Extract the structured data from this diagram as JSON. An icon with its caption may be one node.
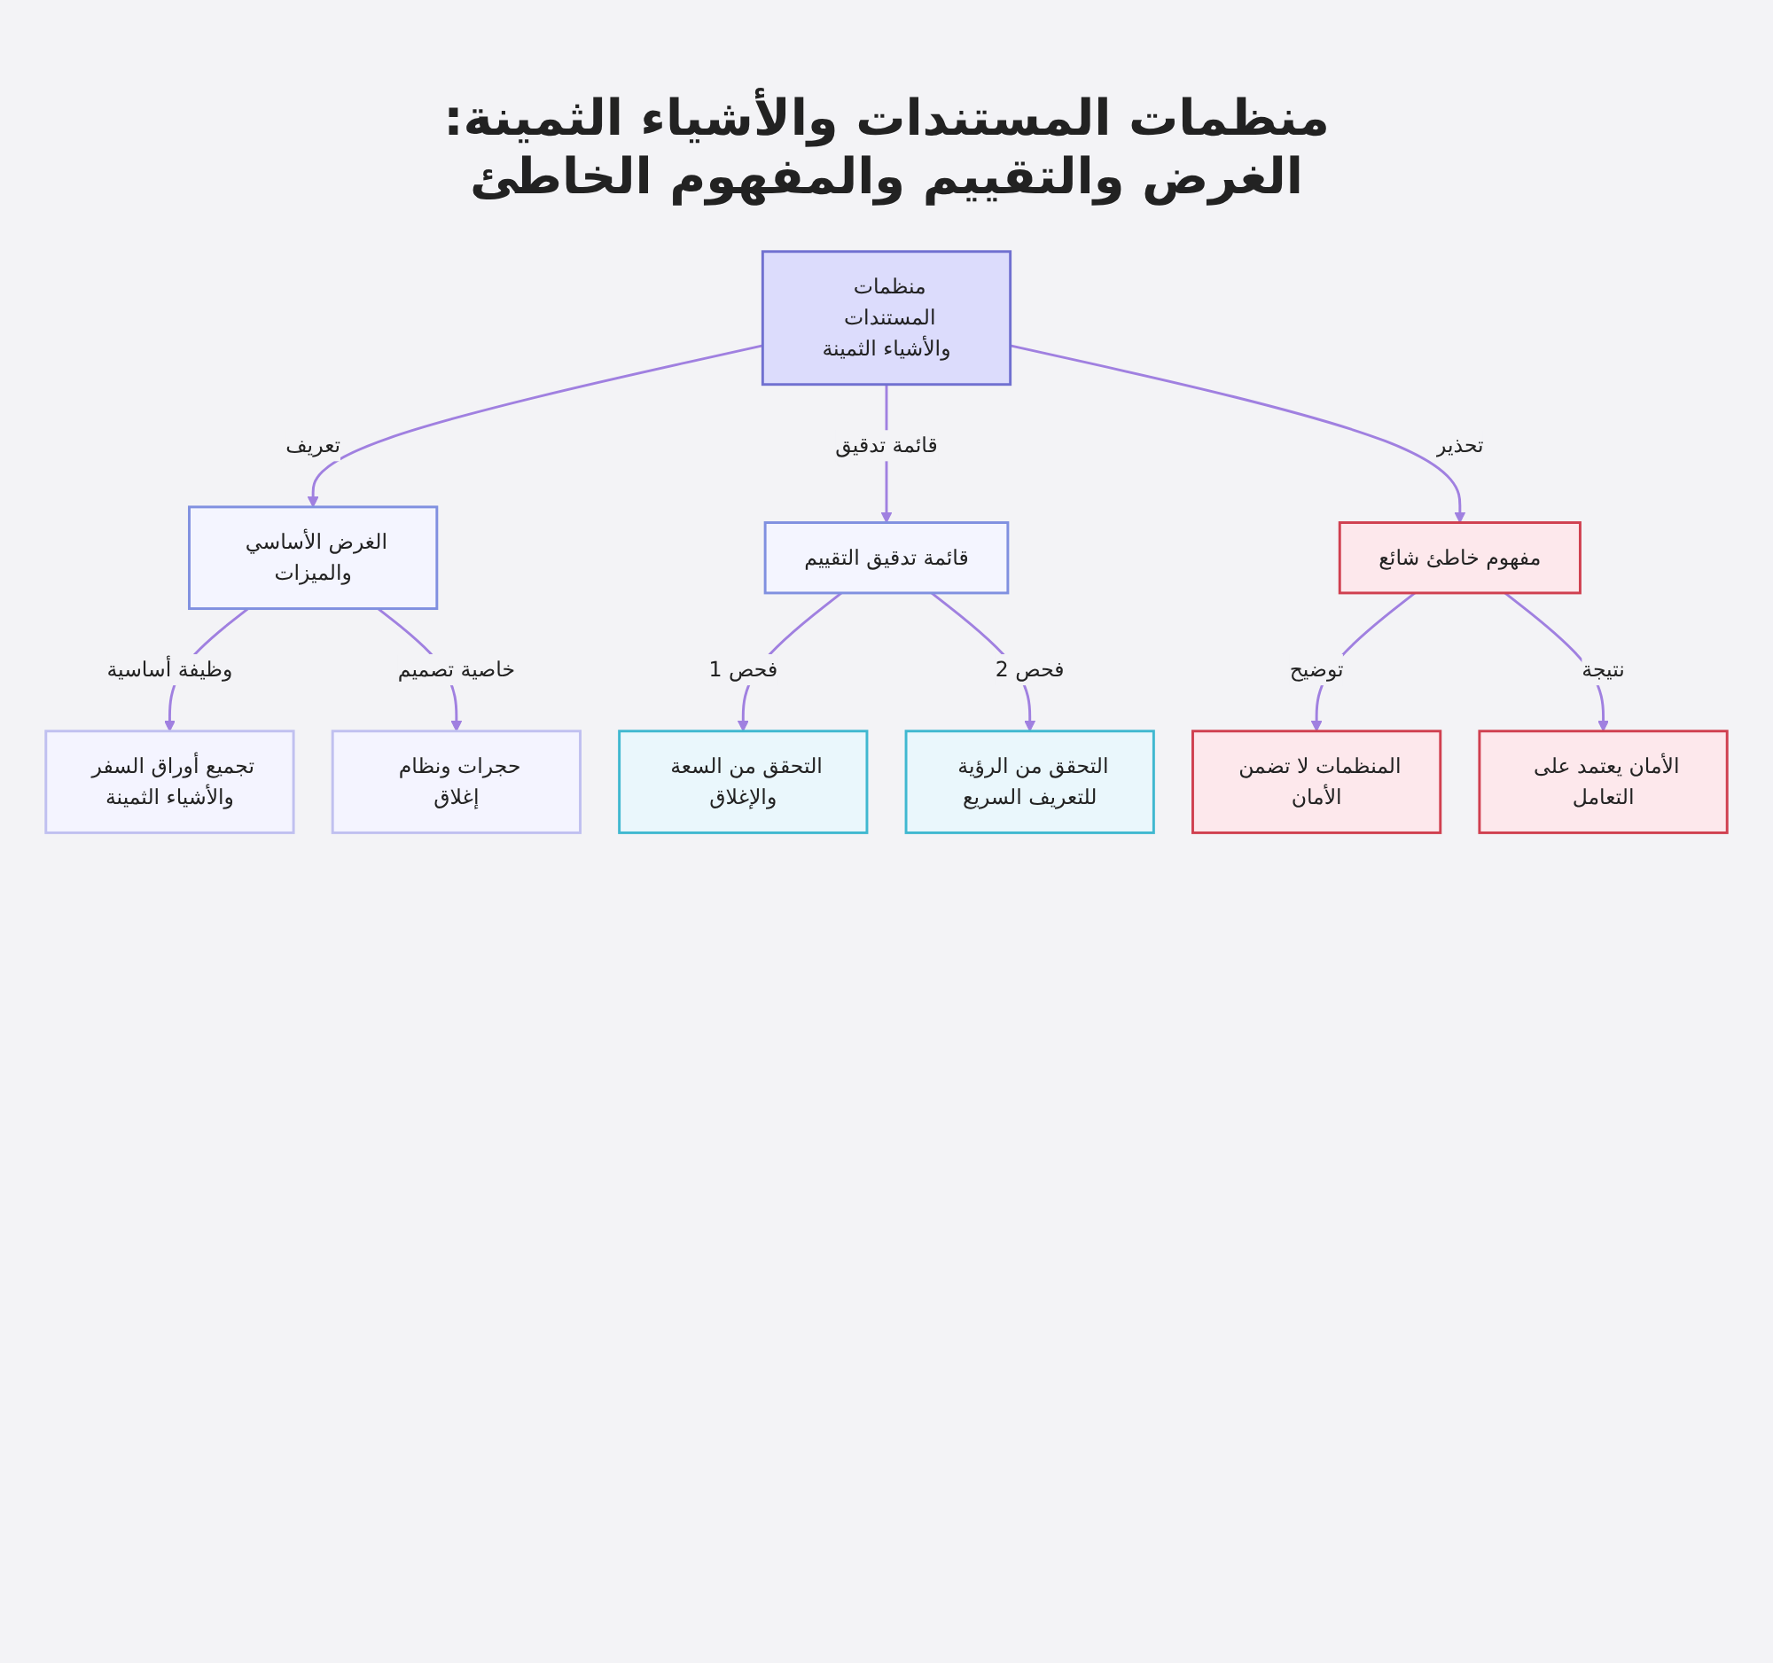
{
  "diagram": {
    "title": "منظمات المستندات والأشياء الثمينة: الغرض والتقييم والمفهوم الخاطئ",
    "nodes": [
      {
        "text": [
          "منظمات المستندات والأشياء الثمينة"
        ]
      },
      {
        "text": [
          "الغرض الأساسي والميزات"
        ]
      },
      {
        "text": [
          "قائمة تدقيق التقييم"
        ]
      },
      {
        "text": [
          "مفهوم خاطئ شائع"
        ]
      },
      {
        "text": [
          "تجميع أوراق السفر والأشياء الثمينة"
        ]
      },
      {
        "text": [
          "حجرات ونظام إغلاق"
        ]
      },
      {
        "text": [
          "التحقق من السعة والإغلاق"
        ]
      },
      {
        "text": [
          "التحقق من الرؤية للتعريف السريع"
        ]
      },
      {
        "text": [
          "المنظمات لا تضمن الأمان"
        ]
      },
      {
        "text": [
          "الأمان يعتمد على التعامل"
        ]
      }
    ],
    "edges": [
      {
        "from": 0,
        "to": 1,
        "arrow": "to",
        "label": "تعريف"
      },
      {
        "from": 0,
        "to": 2,
        "arrow": "to",
        "label": "قائمة تدقيق"
      },
      {
        "from": 0,
        "to": 3,
        "arrow": "to",
        "label": "تحذير"
      },
      {
        "from": 1,
        "to": 4,
        "arrow": "to",
        "label": "وظيفة أساسية"
      },
      {
        "from": 1,
        "to": 5,
        "arrow": "to",
        "label": "خاصية تصميم"
      },
      {
        "from": 2,
        "to": 6,
        "arrow": "to",
        "label": "فحص 1"
      },
      {
        "from": 2,
        "to": 7,
        "arrow": "to",
        "label": "فحص 2"
      },
      {
        "from": 3,
        "to": 8,
        "arrow": "to",
        "label": "توضيح"
      },
      {
        "from": 3,
        "to": 9,
        "arrow": "to",
        "label": "نتيجة"
      }
    ]
  }
}
